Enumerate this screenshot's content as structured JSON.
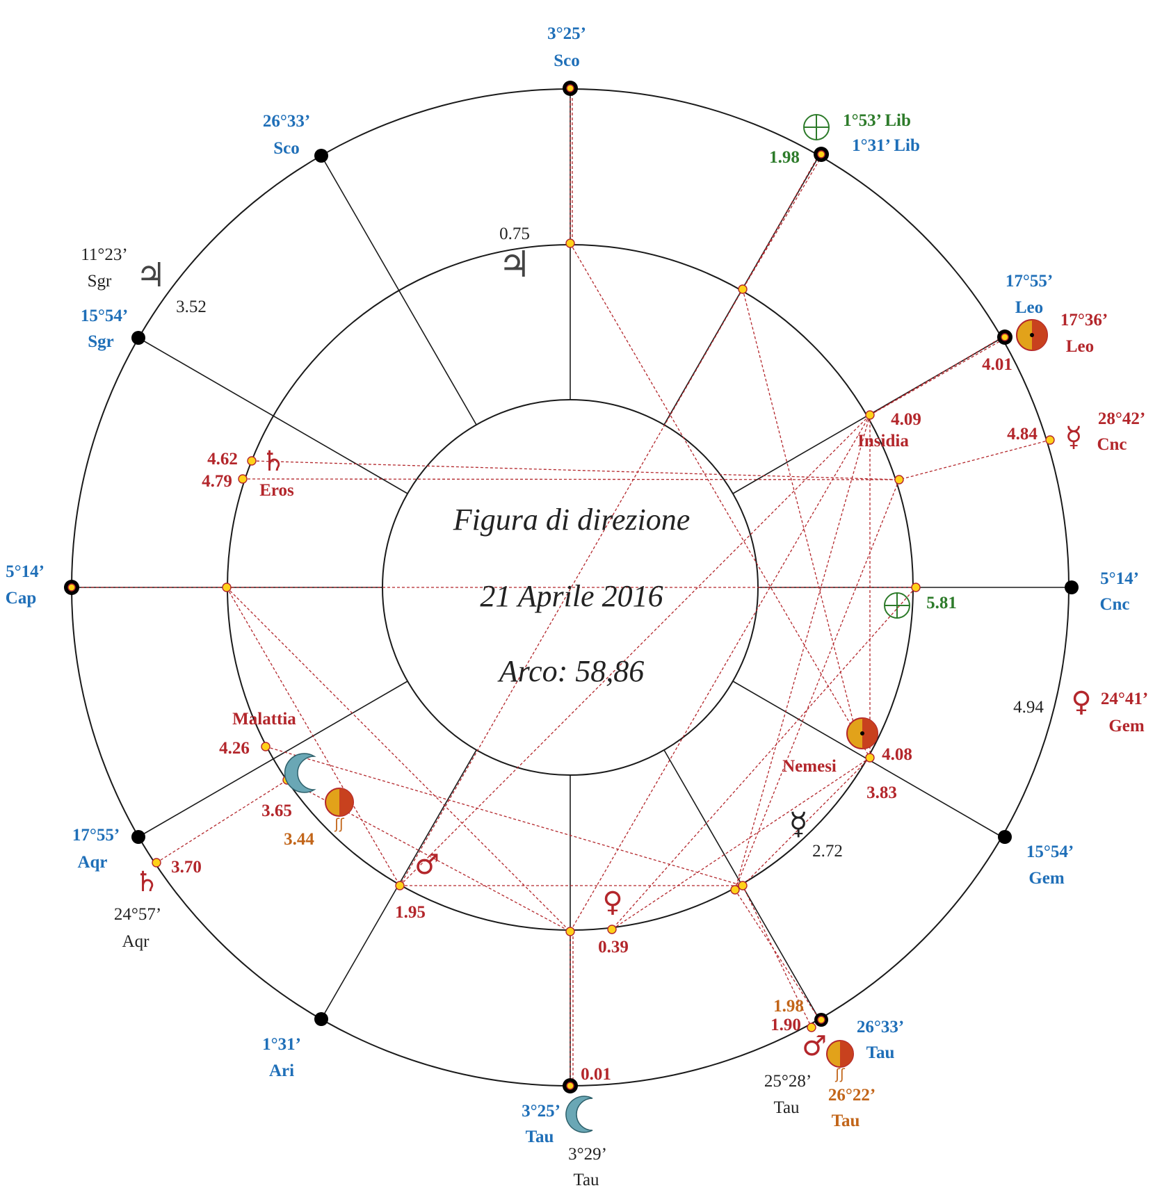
{
  "center": {
    "title": "Figura di direzione",
    "date": "21 Aprile 2016",
    "arc": "Arco: 58,86"
  },
  "cusps": [
    {
      "deg": "3°25’",
      "sign": "Sco"
    },
    {
      "deg": "26°33’",
      "sign": "Sco"
    },
    {
      "deg": "15°54’",
      "sign": "Sgr"
    },
    {
      "deg": "5°14’",
      "sign": "Cap"
    },
    {
      "deg": "17°55’",
      "sign": "Aqr"
    },
    {
      "deg": "1°31’",
      "sign": "Ari"
    },
    {
      "deg": "3°25’",
      "sign": "Tau"
    },
    {
      "deg": "26°33’",
      "sign": "Tau"
    },
    {
      "deg": "15°54’",
      "sign": "Gem"
    },
    {
      "deg": "5°14’",
      "sign": "Cnc"
    },
    {
      "deg": "17°55’",
      "sign": "Leo"
    },
    {
      "deg": "1°31’ Lib",
      "sign": ""
    }
  ],
  "outer_planets": {
    "jupiter": {
      "deg": "11°23’",
      "sign": "Sgr",
      "value": "3.52"
    },
    "saturn": {
      "deg": "24°57’",
      "sign": "Aqr",
      "value": "3.70"
    },
    "moon": {
      "deg": "3°29’",
      "sign": "Tau",
      "value": "0.01"
    },
    "mars": {
      "deg": "25°28’",
      "sign": "Tau",
      "value": "1.90"
    },
    "sun": {
      "deg": "26°22’",
      "sign": "Tau",
      "value": "1.98"
    },
    "venus": {
      "deg": "24°41’",
      "sign": "Gem",
      "value": "4.94"
    },
    "mercury": {
      "deg": "28°42’",
      "sign": "Cnc",
      "value": "4.84"
    },
    "sun_leo": {
      "deg": "17°36’",
      "sign": "Leo",
      "value": "4.01"
    },
    "fortune": {
      "deg": "1°53’ Lib",
      "value": "1.98"
    }
  },
  "inner_points": {
    "jupiter": "0.75",
    "saturn": "4.62",
    "eros_value": "4.79",
    "eros": "Eros",
    "insidia_value": "4.09",
    "insidia": "Insidia",
    "fortune": "5.81",
    "sun": "4.08",
    "nemesi_value": "3.83",
    "nemesi": "Nemesi",
    "mercury": "2.72",
    "venus": "0.39",
    "mars": "1.95",
    "moon": "3.65",
    "sun_aqr": "3.44",
    "malattia_value": "4.26",
    "malattia": "Malattia"
  },
  "colors": {
    "cusp_labels": "#1f6fb8",
    "aspects": "#b3262b",
    "fortune": "#2d7b2a",
    "sun_fill": "#e2a21a"
  }
}
